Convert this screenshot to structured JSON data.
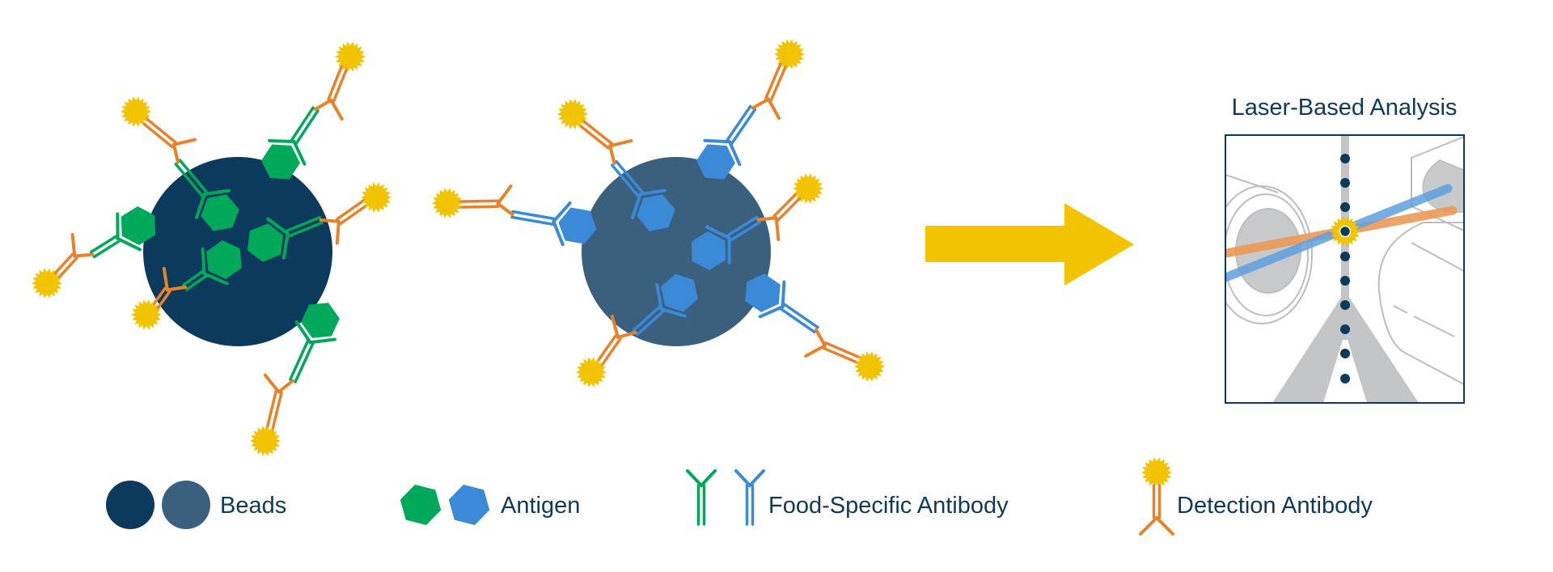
{
  "title": "Laser-Based Analysis",
  "legend": {
    "beads": "Beads",
    "antigen": "Antigen",
    "food_antibody": "Food-Specific Antibody",
    "detection_antibody": "Detection Antibody"
  },
  "colors": {
    "bead_dark": "#0b3a5c",
    "bead_light": "#3a607e",
    "antigen_green": "#00a85a",
    "antigen_blue": "#3a8ad8",
    "detection_orange": "#e8822a",
    "fluor_yellow": "#f2c300",
    "arrow": "#f2c300",
    "gray": "#c4c5c7"
  }
}
